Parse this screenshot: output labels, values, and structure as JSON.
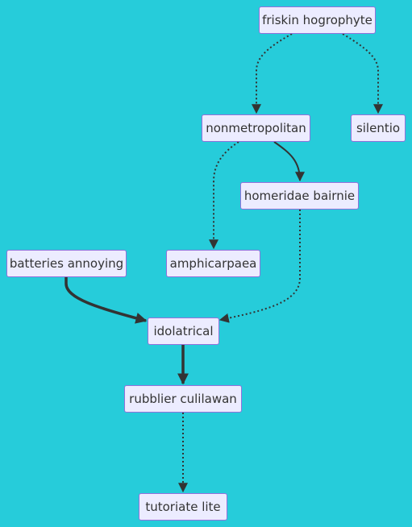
{
  "nodes": {
    "friskin": "friskin hogrophyte",
    "nonmetro": "nonmetropolitan",
    "silentio": "silentio",
    "homeridae": "homeridae bairnie",
    "batteries": "batteries annoying",
    "amphi": "amphicarpaea",
    "idol": "idolatrical",
    "rubblier": "rubblier culilawan",
    "tutoriate": "tutoriate lite"
  },
  "edges": [
    {
      "from": "friskin",
      "to": "nonmetro",
      "style": "dotted"
    },
    {
      "from": "friskin",
      "to": "silentio",
      "style": "dotted"
    },
    {
      "from": "nonmetro",
      "to": "amphi",
      "style": "dotted"
    },
    {
      "from": "nonmetro",
      "to": "homeridae",
      "style": "solid"
    },
    {
      "from": "homeridae",
      "to": "idol",
      "style": "dotted"
    },
    {
      "from": "batteries",
      "to": "idol",
      "style": "thick"
    },
    {
      "from": "idol",
      "to": "rubblier",
      "style": "thick"
    },
    {
      "from": "rubblier",
      "to": "tutoriate",
      "style": "dotted"
    }
  ],
  "colors": {
    "background": "#26ccda",
    "node_fill": "#ececff",
    "node_border": "#9370db",
    "edge": "#333333",
    "text": "#333333"
  }
}
